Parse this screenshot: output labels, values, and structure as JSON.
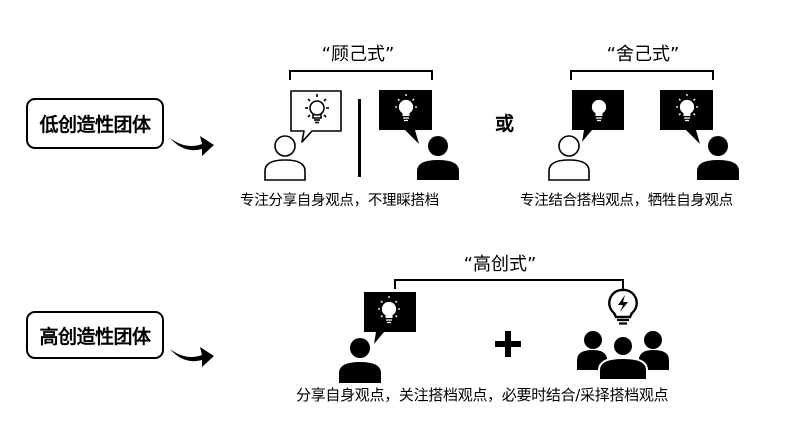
{
  "diagram": {
    "low_group": {
      "label": "低创造性团体",
      "modes": [
        {
          "title": "“顾己式”",
          "caption": "专注分享自身观点，不理睬搭档",
          "left_person": {
            "style": "outline",
            "bubble": "outline"
          },
          "right_person": {
            "style": "filled",
            "bubble": "filled"
          },
          "separator": "vertical-line"
        },
        {
          "title": "“舍己式”",
          "caption": "专注结合搭档观点，牺牲自身观点",
          "left_person": {
            "style": "outline",
            "bubble": "filled"
          },
          "right_person": {
            "style": "filled",
            "bubble": "filled"
          }
        }
      ],
      "connector": "或"
    },
    "high_group": {
      "label": "高创造性团体",
      "mode": {
        "title": "“高创式”",
        "caption": "分享自身观点，关注搭档观点，必要时结合/采择搭档观点",
        "left": {
          "icon": "person-with-idea-bubble"
        },
        "operator": "+",
        "right": {
          "icon": "group-with-lightning-bulb"
        }
      }
    },
    "icons": {
      "arrow": "curved-arrow-right-icon",
      "lightbulb": "lightbulb-icon",
      "person": "person-icon",
      "group": "group-icon"
    },
    "colors": {
      "ink": "#000000",
      "paper": "#ffffff"
    }
  }
}
